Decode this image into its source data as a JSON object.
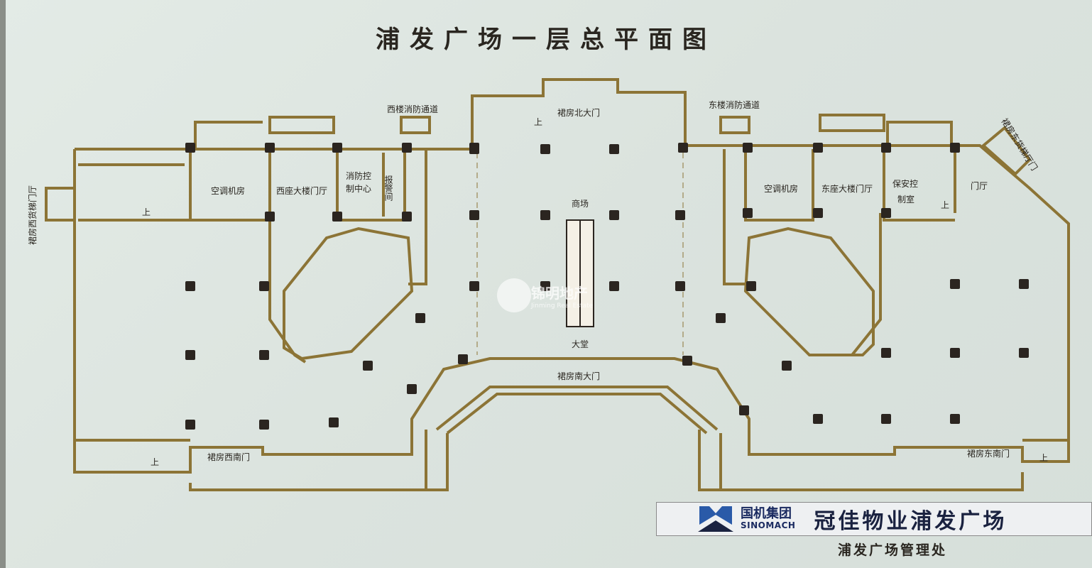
{
  "title": "浦发广场一层总平面图",
  "labels": {
    "west_fire_passage": "西楼消防通道",
    "north_gate": "裙房北大门",
    "east_fire_passage": "东楼消防通道",
    "east_freight_lobby_door": "裙房东货梯厅门",
    "west_freight_lobby": "裙房西货梯门厅",
    "west_ac_room": "空调机房",
    "west_tower_lobby": "西座大楼门厅",
    "fire_control_1": "消防控",
    "fire_control_2": "制中心",
    "alarm_room": "报警间",
    "mall": "商场",
    "hall": "大堂",
    "south_gate": "裙房南大门",
    "east_ac_room": "空调机房",
    "east_tower_lobby": "东座大楼门厅",
    "security_1": "保安控",
    "security_2": "制室",
    "east_vestibule": "门厅",
    "southwest_gate": "裙房西南门",
    "southeast_gate": "裙房东南门",
    "up": "上"
  },
  "watermark": {
    "cn": "锦明地产",
    "en": "Jinming Real Estate"
  },
  "banner": {
    "logo_cn": "国机集团",
    "logo_en": "SINOMACH",
    "brand": "冠佳物业浦发广场"
  },
  "office": "浦发广场管理处",
  "colors": {
    "wall": "#8c7436",
    "column": "#2b2520",
    "background": "#dde5e0",
    "brand_blue": "#2a5aa8"
  }
}
